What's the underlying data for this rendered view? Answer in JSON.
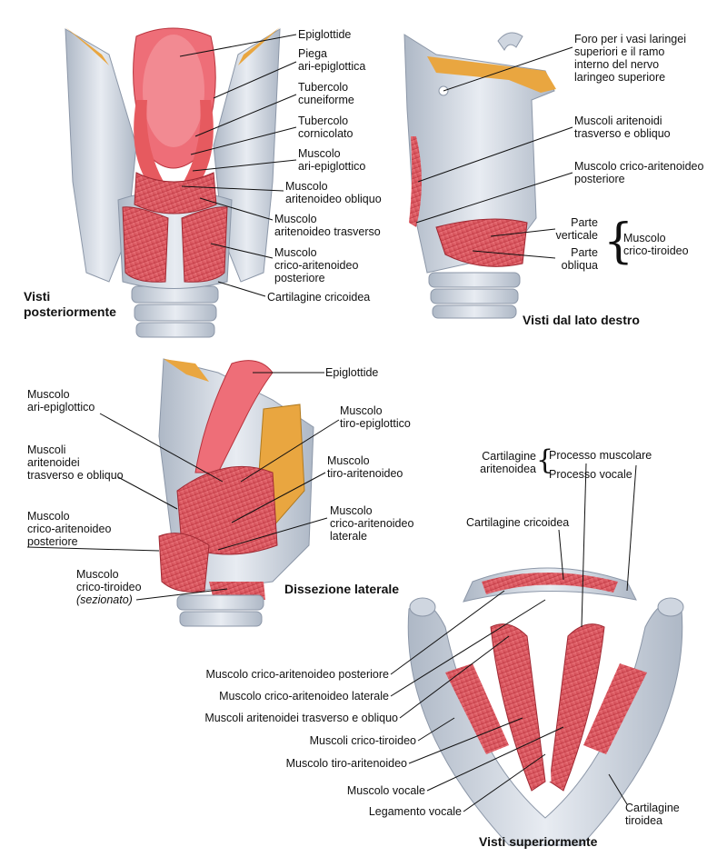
{
  "titles": {
    "posterior": "Visti\nposteriormente",
    "right": "Visti dal lato destro",
    "lateral": "Dissezione laterale",
    "superior": "Visti superiormente"
  },
  "posterior_labels": {
    "epiglottide": "Epiglottide",
    "piega": "Piega\nari-epiglottica",
    "tub_cuneiforme": "Tubercolo\ncuneiforme",
    "tub_corniculato": "Tubercolo\ncornicolato",
    "m_ari_epiglottico": "Muscolo\nari-epiglottico",
    "m_aritenoideo_obliquo": "Muscolo\naritenoideo obliquo",
    "m_aritenoideo_trasverso": "Muscolo\naritenoideo trasverso",
    "m_crico_aritenoideo_post": "Muscolo\ncrico-aritenoideo\nposteriore",
    "cartilagine_cricoidea": "Cartilagine cricoidea"
  },
  "right_labels": {
    "foro": "Foro per i vasi laringei\nsuperiori e il ramo\ninterno del nervo\nlaringeo superiore",
    "m_aritenoidi": "Muscoli aritenoidi\ntrasverso e obliquo",
    "m_crico_aritenoideo_post": "Muscolo crico-aritenoideo\nposteriore",
    "parte_verticale": "Parte\nverticale",
    "parte_obliqua": "Parte\nobliqua",
    "m_crico_tiroideo": "Muscolo\ncrico-tiroideo"
  },
  "lateral_labels": {
    "epiglottide": "Epiglottide",
    "m_ari_epiglottico": "Muscolo\nari-epiglottico",
    "m_tiro_epiglottico": "Muscolo\ntiro-epiglottico",
    "m_aritenoidei": "Muscoli\naritenoidei\ntrasverso e obliquo",
    "m_tiro_aritenoideo": "Muscolo\ntiro-aritenoideo",
    "m_crico_aritenoideo_post": "Muscolo\ncrico-aritenoideo\nposteriore",
    "m_crico_aritenoideo_lat": "Muscolo\ncrico-aritenoideo\nlaterale",
    "m_crico_tiroideo": "Muscolo\ncrico-tiroideo",
    "sezionato": "(sezionato)"
  },
  "superior_labels": {
    "cart_aritenoidea": "Cartilagine\naritenoidea",
    "processo_muscolare": "Processo muscolare",
    "processo_vocale": "Processo vocale",
    "cart_cricoidea": "Cartilagine cricoidea",
    "m_crico_aritenoideo_post": "Muscolo crico-aritenoideo posteriore",
    "m_crico_aritenoideo_lat": "Muscolo crico-aritenoideo laterale",
    "m_aritenoidei": "Muscoli aritenoidei trasverso e obliquo",
    "m_crico_tiroideo": "Muscoli crico-tiroideo",
    "m_tiro_aritenoideo": "Muscolo tiro-aritenoideo",
    "m_vocale": "Muscolo vocale",
    "legamento_vocale": "Legamento vocale",
    "cart_tiroidea": "Cartilagine\ntiroidea"
  },
  "colors": {
    "muscle": "#e65a5f",
    "muscle_dark": "#c83a44",
    "cartilage": "#cfd6e0",
    "cartilage_light": "#e6eaf0",
    "bone_yellow": "#e9a640",
    "mucosa": "#ee6e78"
  }
}
